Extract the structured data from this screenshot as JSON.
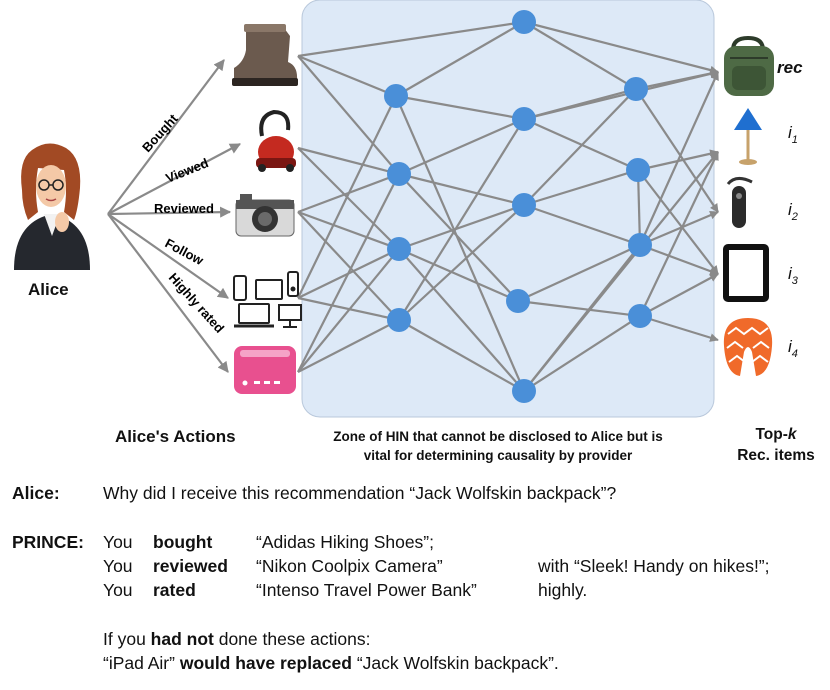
{
  "user": {
    "name": "Alice"
  },
  "actions": [
    {
      "label": "Bought",
      "item": "boot"
    },
    {
      "label": "Viewed",
      "item": "vacuum"
    },
    {
      "label": "Reviewed",
      "item": "camera"
    },
    {
      "label": "Follow",
      "item": "devices"
    },
    {
      "label": "Highly rated",
      "item": "powerbank"
    }
  ],
  "actions_caption": "Alice's Actions",
  "zone_caption_line1": "Zone of HIN that cannot be disclosed to Alice but is",
  "zone_caption_line2": "vital for determining causality by provider",
  "topk_caption_line1_a": "Top-",
  "topk_caption_line1_k": "k",
  "topk_caption_line2": "Rec. items",
  "rec_items": [
    {
      "label": "rec",
      "sub": "",
      "item": "backpack"
    },
    {
      "label": "i",
      "sub": "1",
      "item": "lamp"
    },
    {
      "label": "i",
      "sub": "2",
      "item": "headset"
    },
    {
      "label": "i",
      "sub": "3",
      "item": "tablet"
    },
    {
      "label": "i",
      "sub": "4",
      "item": "pillow"
    }
  ],
  "colors": {
    "zone_fill": "#dde9f7",
    "node": "#4a8fd8",
    "edge": "#8a8a8a"
  },
  "dialog": {
    "alice_speaker": "Alice:",
    "alice_question": "Why did I receive this recommendation “Jack Wolfskin backpack”?",
    "prince_speaker": "PRINCE:",
    "lines": [
      {
        "you": "You",
        "verb": "bought",
        "item": "“Adidas Hiking Shoes”;",
        "extra": ""
      },
      {
        "you": "You",
        "verb": "reviewed",
        "item": "“Nikon Coolpix Camera”",
        "extra": "with “Sleek! Handy on hikes!”;"
      },
      {
        "you": "You",
        "verb": "rated",
        "item": "“Intenso Travel Power Bank”",
        "extra": "highly."
      }
    ],
    "cf_prefix": "If you ",
    "cf_bold": "had not",
    "cf_suffix": " done these actions:",
    "cf2_a": "“iPad Air” ",
    "cf2_bold": "would have replaced",
    "cf2_b": " “Jack Wolfskin backpack”."
  }
}
